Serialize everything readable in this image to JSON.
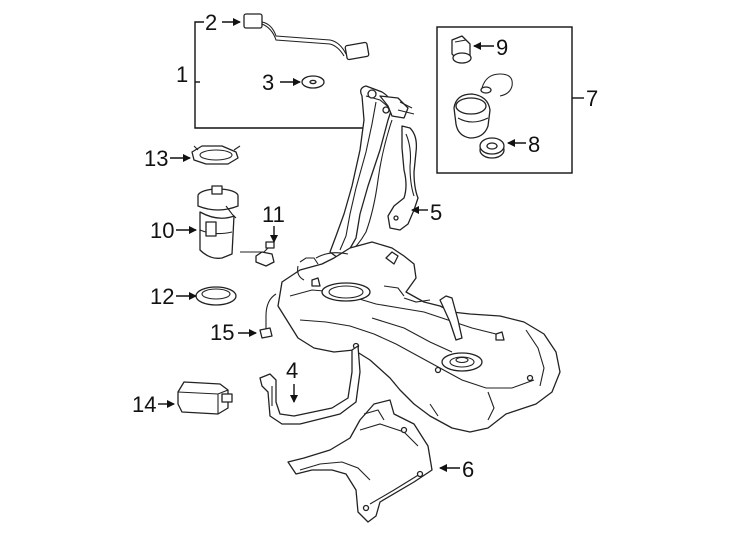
{
  "callouts": {
    "c1": "1",
    "c2": "2",
    "c3": "3",
    "c4": "4",
    "c5": "5",
    "c6": "6",
    "c7": "7",
    "c8": "8",
    "c9": "9",
    "c10": "10",
    "c11": "11",
    "c12": "12",
    "c13": "13",
    "c14": "14",
    "c15": "15"
  },
  "colors": {
    "line": "#111111",
    "shade": "#d9d9d9",
    "background": "#ffffff"
  }
}
